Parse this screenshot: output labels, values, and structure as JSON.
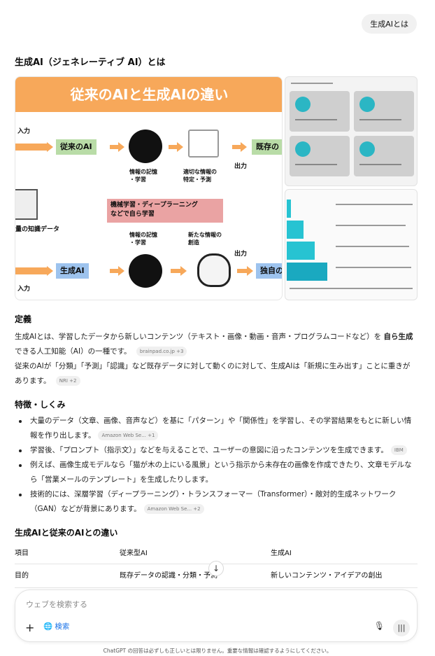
{
  "user_message": "生成AIとは",
  "answer_title": "生成AI（ジェネレーティブ AI）とは",
  "image": {
    "banner": "従来のAIと生成AIの違い",
    "input_label": "入力",
    "input_label_2": "入力",
    "output_label": "出力",
    "output_label_2": "出力",
    "conventional_box": "従来のAI",
    "generative_box": "生成AI",
    "existing_box": "既存の",
    "unique_box": "独自の",
    "memory_learning": "情報の記憶\n・学習",
    "memory_learning_2": "情報の記憶\n・学習",
    "identify_predict": "適切な情報の\n特定・予測",
    "new_info": "新たな情報の\n創造",
    "knowledge_data": "量の知識データ",
    "ml_dl": "機械学習・ディープラーニング\nなどで自ら学習"
  },
  "definition": {
    "heading": "定義",
    "text1a": "生成AIとは、学習したデータから新しいコンテンツ（テキスト・画像・動画・音声・プログラムコードなど）を",
    "text1b": "自ら生成",
    "text1c": "できる人工知能（AI）の一種です。",
    "cite1": "brainpad.co.jp +3",
    "text2": "従来のAIが「分類」「予測」「認識」など既存データに対して動くのに対して、生成AIは「新規に生み出す」ことに重きがあります。",
    "cite2": "NRI +2"
  },
  "features": {
    "heading": "特徴・しくみ",
    "items": [
      {
        "text": "大量のデータ（文章、画像、音声など）を基に「パターン」や「関係性」を学習し、その学習結果をもとに新しい情報を作り出します。",
        "cite": "Amazon Web Se... +1"
      },
      {
        "text": "学習後、「プロンプト（指示文）」などを与えることで、ユーザーの意図に沿ったコンテンツを生成できます。",
        "cite": "IBM"
      },
      {
        "text": "例えば、画像生成モデルなら「猫が木の上にいる風景」という指示から未存在の画像を作成できたり、文章モデルなら「営業メールのテンプレート」を生成したりします。",
        "cite": ""
      },
      {
        "text": "技術的には、深層学習（ディープラーニング）・トランスフォーマー（Transformer）・敵対的生成ネットワーク（GAN）などが背景にあります。",
        "cite": "Amazon Web Se... +2"
      }
    ]
  },
  "comparison": {
    "heading": "生成AIと従来のAIとの違い",
    "headers": [
      "項目",
      "従来型AI",
      "生成AI"
    ],
    "row1": [
      "目的",
      "既存データの認識・分類・予測",
      "新しいコンテンツ・アイデアの創出"
    ]
  },
  "composer": {
    "placeholder": "ウェブを検索する",
    "search_label": "検索"
  },
  "footer": "ChatGPT の回答は必ずしも正しいとは限りません。重要な情報は確認するようにしてください。",
  "colors": {
    "accent_orange": "#f7a85a",
    "green_box": "#b9dca7",
    "blue_box": "#9dc3ee",
    "teal": "#2bb6c4",
    "pink": "#eaa3a3"
  }
}
